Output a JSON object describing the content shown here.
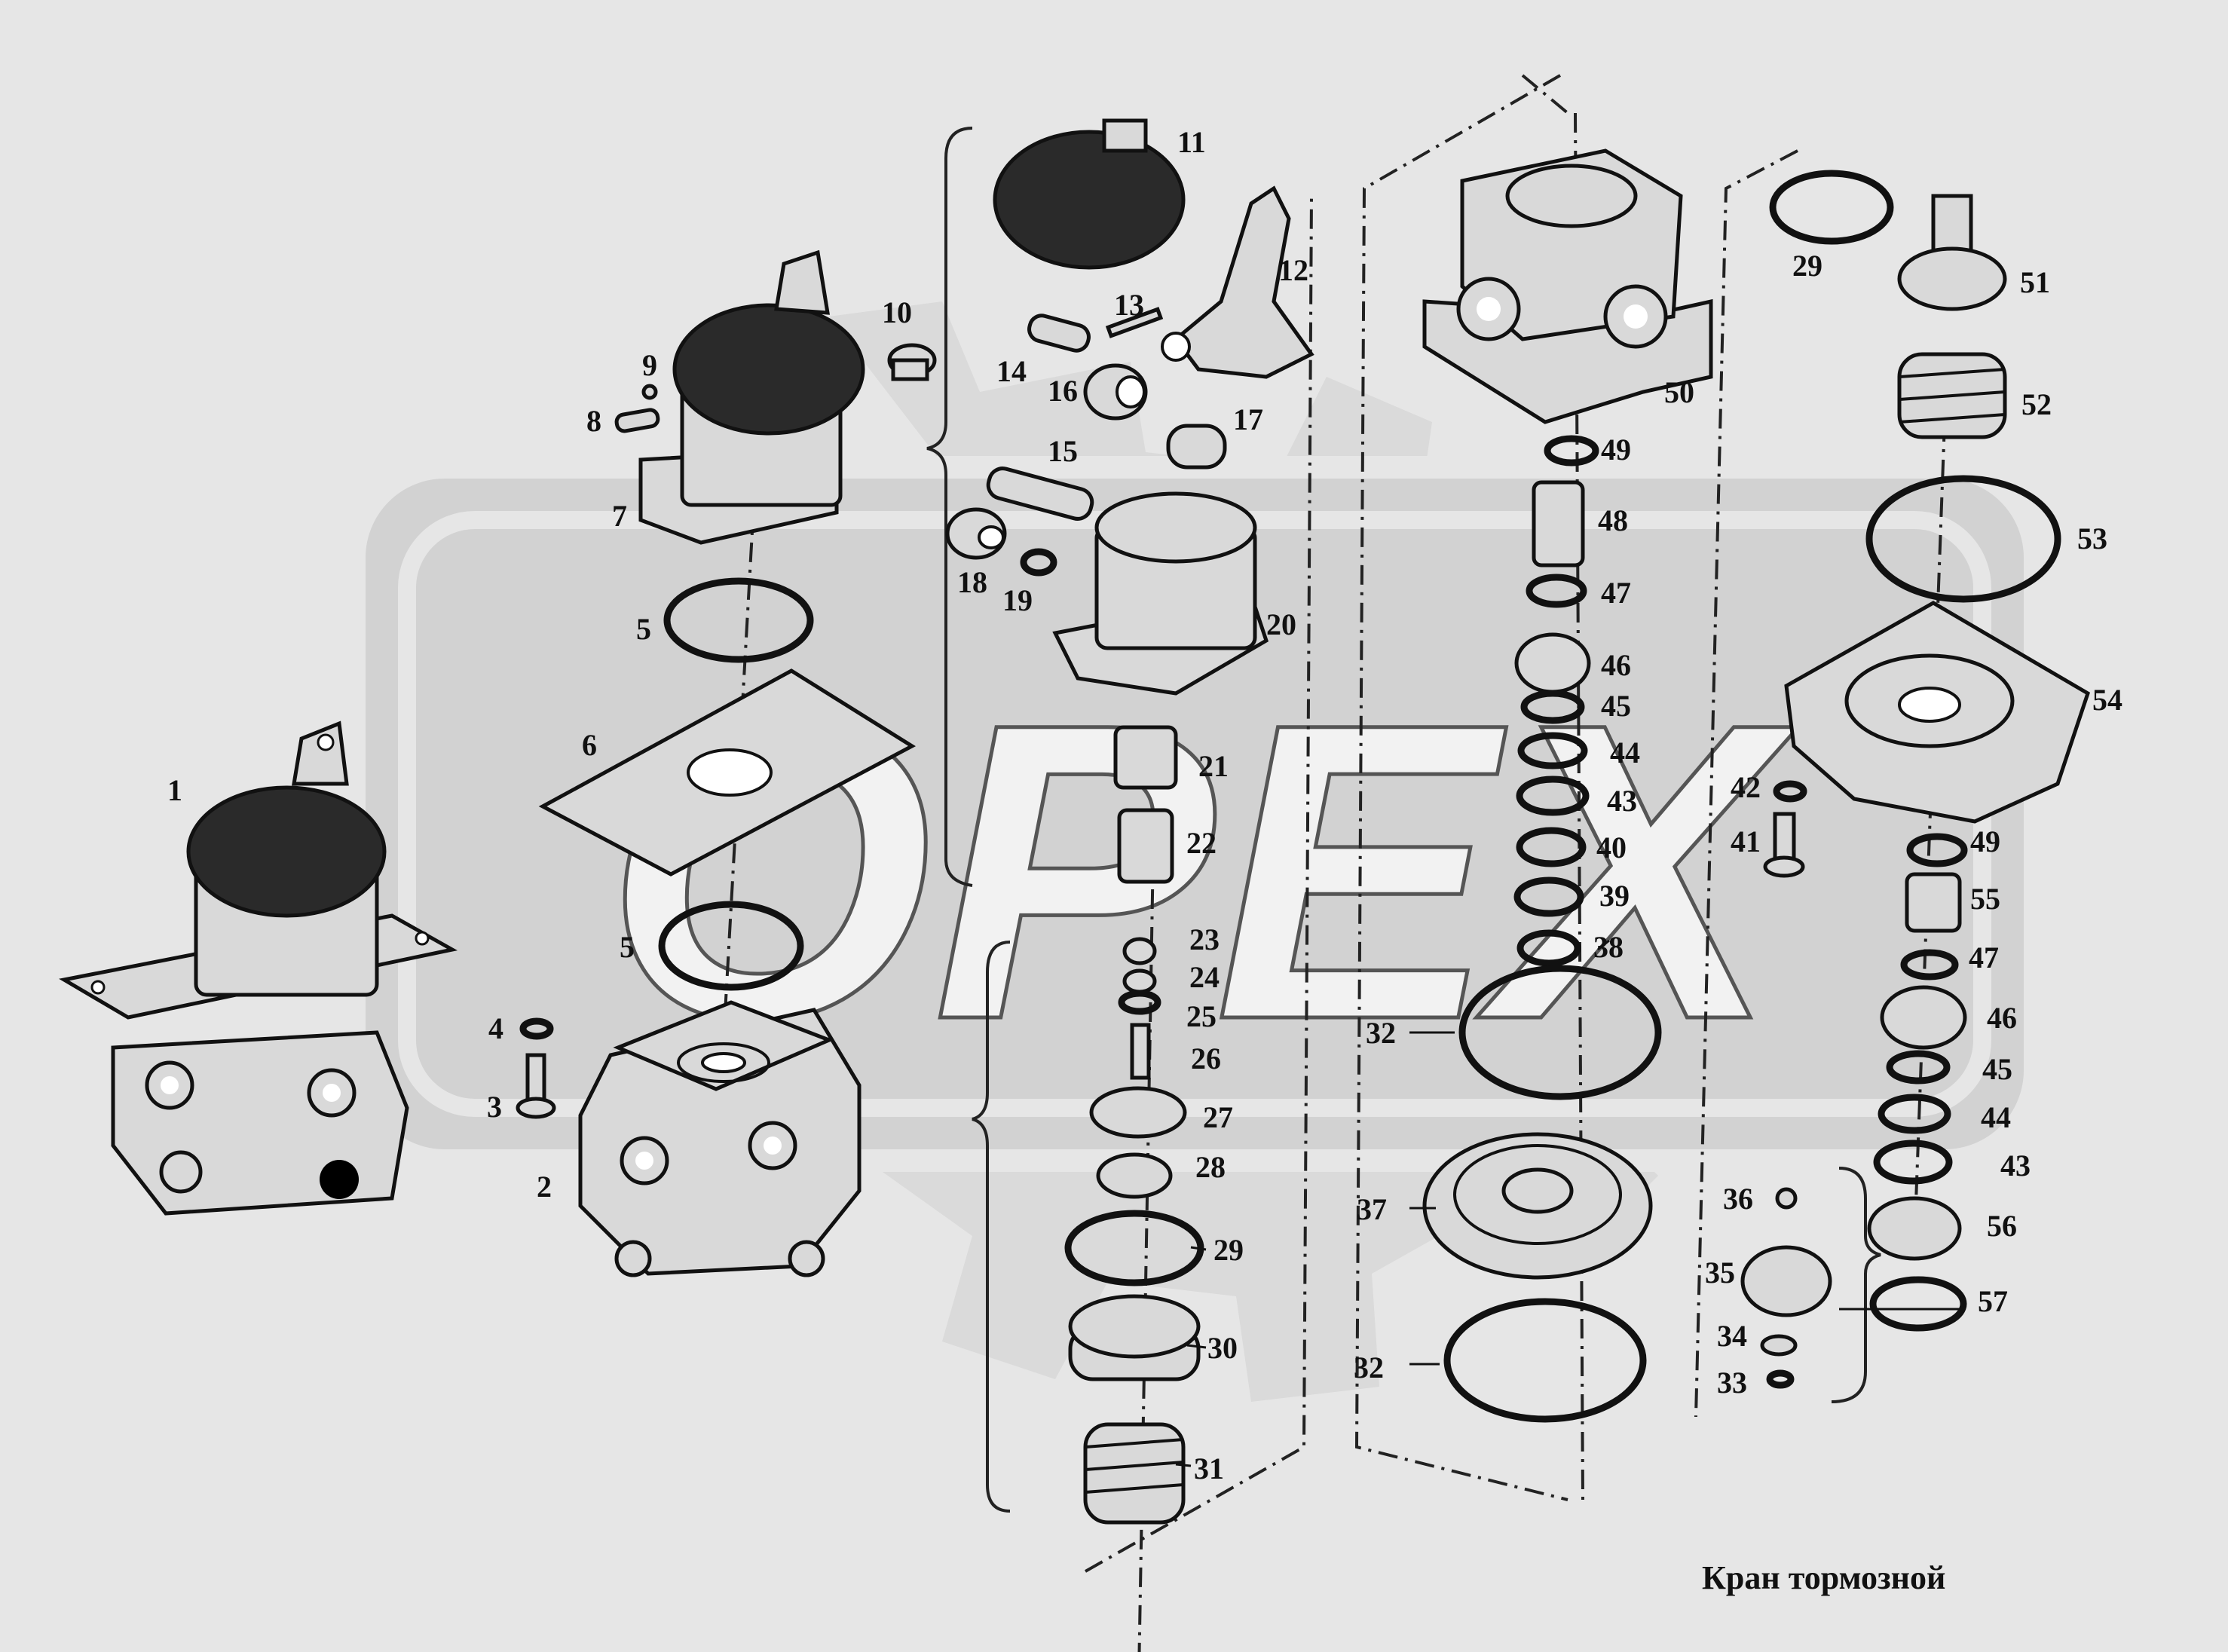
{
  "caption": "Кран тормозной",
  "watermark": "OPEX",
  "callouts": [
    {
      "id": "c1",
      "text": "1"
    },
    {
      "id": "c2",
      "text": "2"
    },
    {
      "id": "c3",
      "text": "3"
    },
    {
      "id": "c4",
      "text": "4"
    },
    {
      "id": "c5a",
      "text": "5"
    },
    {
      "id": "c5b",
      "text": "5"
    },
    {
      "id": "c6",
      "text": "6"
    },
    {
      "id": "c7",
      "text": "7"
    },
    {
      "id": "c8",
      "text": "8"
    },
    {
      "id": "c9",
      "text": "9"
    },
    {
      "id": "c10",
      "text": "10"
    },
    {
      "id": "c11",
      "text": "11"
    },
    {
      "id": "c12",
      "text": "12"
    },
    {
      "id": "c13",
      "text": "13"
    },
    {
      "id": "c14",
      "text": "14"
    },
    {
      "id": "c15",
      "text": "15"
    },
    {
      "id": "c16",
      "text": "16"
    },
    {
      "id": "c17",
      "text": "17"
    },
    {
      "id": "c18",
      "text": "18"
    },
    {
      "id": "c19",
      "text": "19"
    },
    {
      "id": "c20",
      "text": "20"
    },
    {
      "id": "c21",
      "text": "21"
    },
    {
      "id": "c22",
      "text": "22"
    },
    {
      "id": "c23",
      "text": "23"
    },
    {
      "id": "c24",
      "text": "24"
    },
    {
      "id": "c25",
      "text": "25"
    },
    {
      "id": "c26",
      "text": "26"
    },
    {
      "id": "c27",
      "text": "27"
    },
    {
      "id": "c28",
      "text": "28"
    },
    {
      "id": "c29a",
      "text": "29"
    },
    {
      "id": "c29b",
      "text": "29"
    },
    {
      "id": "c30",
      "text": "30"
    },
    {
      "id": "c31",
      "text": "31"
    },
    {
      "id": "c32a",
      "text": "32"
    },
    {
      "id": "c32b",
      "text": "32"
    },
    {
      "id": "c33",
      "text": "33"
    },
    {
      "id": "c34",
      "text": "34"
    },
    {
      "id": "c35",
      "text": "35"
    },
    {
      "id": "c36",
      "text": "36"
    },
    {
      "id": "c37",
      "text": "37"
    },
    {
      "id": "c38",
      "text": "38"
    },
    {
      "id": "c39",
      "text": "39"
    },
    {
      "id": "c40",
      "text": "40"
    },
    {
      "id": "c41",
      "text": "41"
    },
    {
      "id": "c42",
      "text": "42"
    },
    {
      "id": "c43a",
      "text": "43"
    },
    {
      "id": "c43b",
      "text": "43"
    },
    {
      "id": "c44a",
      "text": "44"
    },
    {
      "id": "c44b",
      "text": "44"
    },
    {
      "id": "c45a",
      "text": "45"
    },
    {
      "id": "c45b",
      "text": "45"
    },
    {
      "id": "c46a",
      "text": "46"
    },
    {
      "id": "c46b",
      "text": "46"
    },
    {
      "id": "c47a",
      "text": "47"
    },
    {
      "id": "c47b",
      "text": "47"
    },
    {
      "id": "c48",
      "text": "48"
    },
    {
      "id": "c49a",
      "text": "49"
    },
    {
      "id": "c49b",
      "text": "49"
    },
    {
      "id": "c50",
      "text": "50"
    },
    {
      "id": "c51",
      "text": "51"
    },
    {
      "id": "c52",
      "text": "52"
    },
    {
      "id": "c53",
      "text": "53"
    },
    {
      "id": "c54",
      "text": "54"
    },
    {
      "id": "c55",
      "text": "55"
    },
    {
      "id": "c56",
      "text": "56"
    },
    {
      "id": "c57",
      "text": "57"
    }
  ]
}
